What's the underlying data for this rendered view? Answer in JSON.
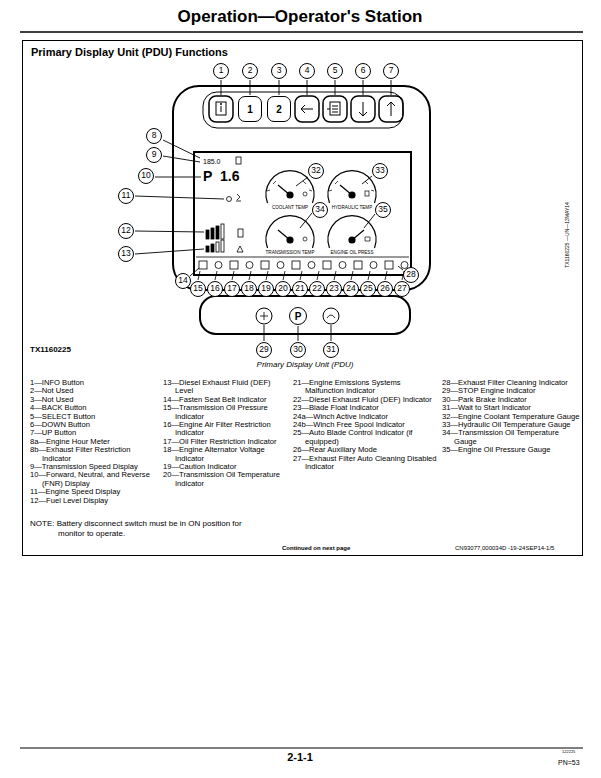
{
  "diagram": {
    "title": "Operation—Operator's Station",
    "caption": "Primary Display Unit (PDU)",
    "nodes": [
      {
        "text": [
          "Primary Display Unit (PDU) Functions"
        ]
      },
      {
        "text": [
          "1"
        ],
        "in": 0
      },
      {
        "text": [
          "2"
        ],
        "in": 0
      },
      {
        "text": [
          "P"
        ],
        "in": 0
      }
    ],
    "labels": [
      "1",
      "2",
      "3",
      "4",
      "5",
      "6",
      "7",
      "8",
      "9",
      "10",
      "11",
      "12",
      "13",
      "14",
      "15",
      "16",
      "17",
      "18",
      "19",
      "20",
      "21",
      "22",
      "23",
      "24",
      "25",
      "26",
      "27",
      "28",
      "32",
      "33",
      "34",
      "35",
      "29",
      "30",
      "31",
      "185.0",
      "P",
      "1.6",
      "COOLANT TEMP",
      "HYDRAULIC TEMP",
      "TRANSMISSION TEMP",
      "ENGINE OIL PRESS",
      "TX1160225",
      "TX1160225 —UN—13MAY14",
      "1—INFO Button",
      "2—Not Used",
      "3—Not Used",
      "4—BACK Button",
      "5—SELECT Button",
      "6—DOWN Button",
      "7—UP Button",
      "8a—Engine Hour Meter",
      "8b—Exhaust Filter Restriction Indicator",
      "9—Transmission Speed Display",
      "10—Forward, Neutral, and Reverse (FNR) Display",
      "11—Engine Speed Display",
      "12—Fuel Level Display",
      "13—Diesel Exhaust Fluid (DEF) Level",
      "14—Fasten Seat Belt Indicator",
      "15—Transmission Oil Pressure Indicator",
      "16—Engine Air Filter Restriction Indicator",
      "17—Oil Filter Restriction Indicator",
      "18—Engine Alternator Voltage Indicator",
      "19—Caution Indicator",
      "20—Transmission Oil Temperature Indicator",
      "21—Engine Emissions Systems Malfunction Indicator",
      "22—Diesel Exhaust Fluid (DEF) Indicator",
      "23—Blade Float Indicator",
      "24a—Winch Active Indicator",
      "24b—Winch Free Spool Indicator",
      "25—Auto Blade Control Indicator (if equipped)",
      "26—Rear Auxiliary Mode",
      "27—Exhaust Filter Auto Cleaning Disabled Indicator",
      "28—Exhaust Filter Cleaning Indicator",
      "29—STOP Engine Indicator",
      "30—Park Brake Indicator",
      "31—Wait to Start Indicator",
      "32—Engine Coolant Temperature Gauge",
      "33—Hydraulic Oil Temperature Gauge",
      "34—Transmission Oil Temperature Gauge",
      "35—Engine Oil Pressure Gauge",
      "NOTE: Battery disconnect switch must be in ON position for monitor to operate.",
      "Continued on next page",
      "CN93077,000034D -19-24SEP14-1/5",
      "2-1-1",
      "122225",
      "PN=53"
    ]
  }
}
